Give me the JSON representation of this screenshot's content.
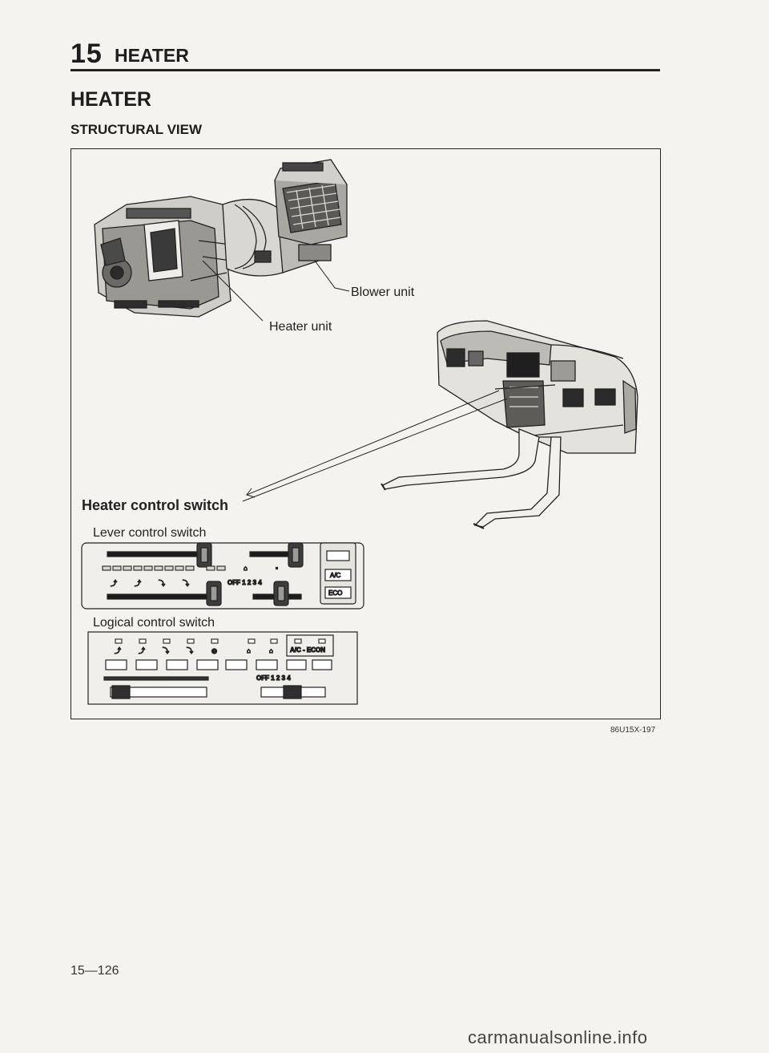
{
  "header": {
    "chapter_number": "15",
    "chapter_title": "HEATER"
  },
  "section": {
    "title": "HEATER",
    "subtitle": "STRUCTURAL VIEW"
  },
  "figure": {
    "labels": {
      "blower_unit": "Blower unit",
      "heater_unit": "Heater unit",
      "heater_control_switch": "Heater control switch",
      "lever_control_switch": "Lever control switch",
      "logical_control_switch": "Logical control switch"
    },
    "lever_panel": {
      "fan_scale": "OFF 1 2 3 4",
      "ac_button": "A/C",
      "eco_button": "ECO"
    },
    "logical_panel": {
      "ac_econ": "A/C - ECON",
      "fan_scale": "OFF 1 2 3 4"
    },
    "code": "86U15X-197"
  },
  "footer": {
    "page_number": "15—126",
    "watermark": "carmanualsonline.info"
  }
}
